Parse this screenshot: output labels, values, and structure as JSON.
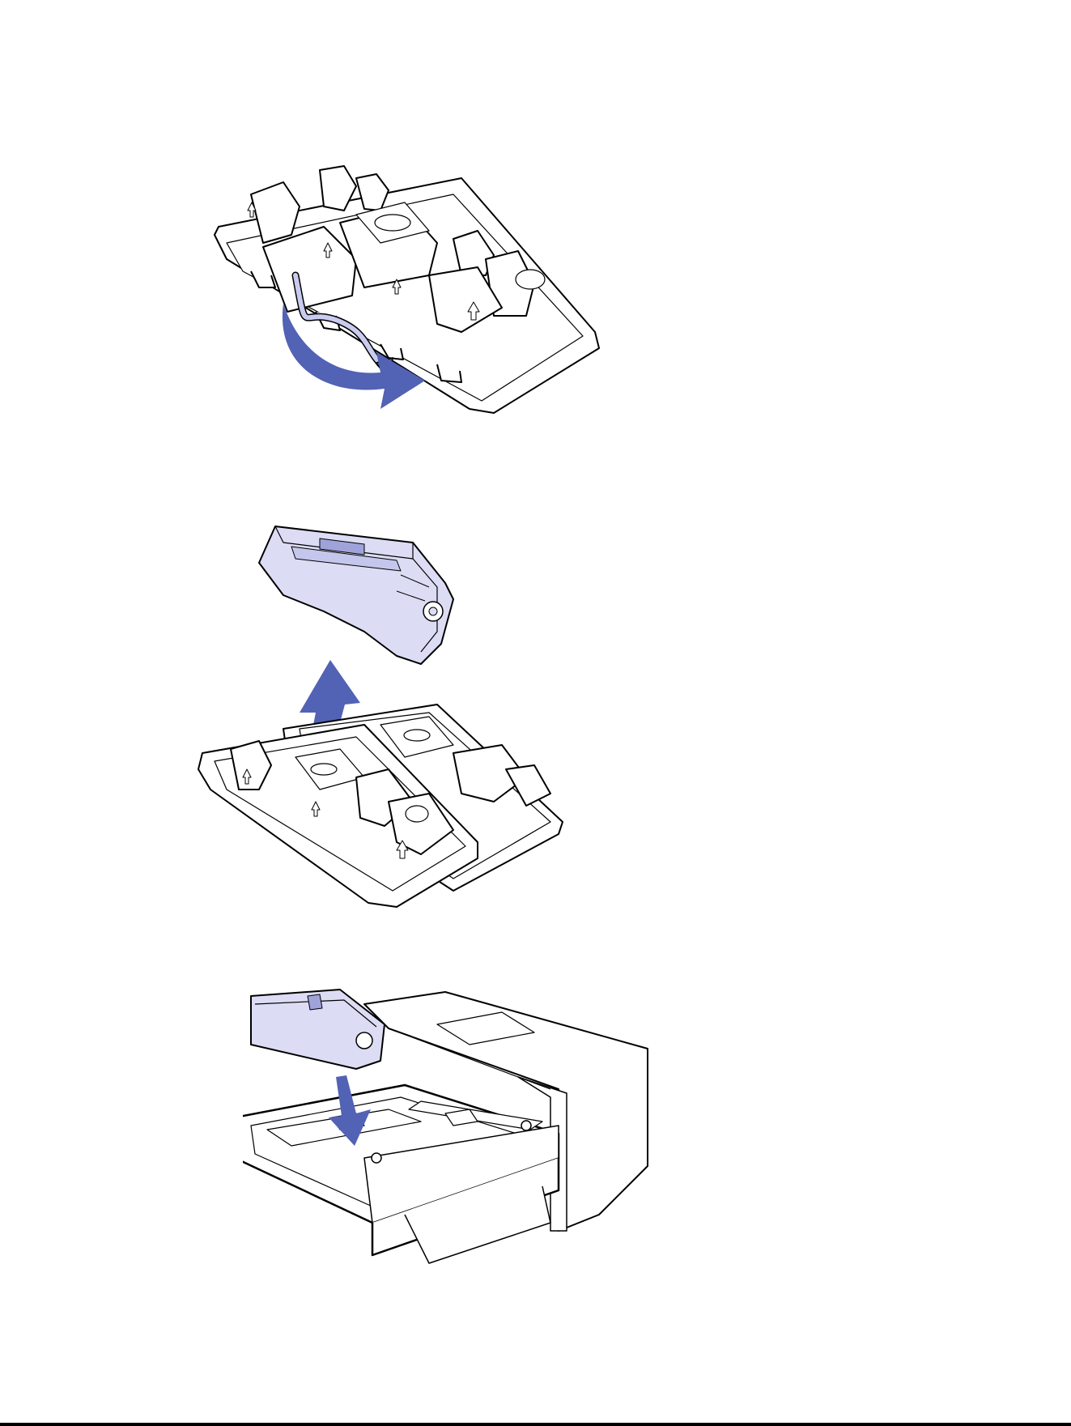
{
  "document": {
    "figures": [
      {
        "id": "tray-strip-removal",
        "icon": "curved-arrow-icon"
      },
      {
        "id": "cartridge-lift-from-tray",
        "icon": "up-arrow-icon"
      },
      {
        "id": "cartridge-insert-printer",
        "icon": "down-arrow-icon"
      }
    ]
  },
  "colors": {
    "outline": "#000000",
    "arrow": "#5262b4",
    "cartridge_fill": "#dcdcf4",
    "paper": "#ffffff"
  }
}
